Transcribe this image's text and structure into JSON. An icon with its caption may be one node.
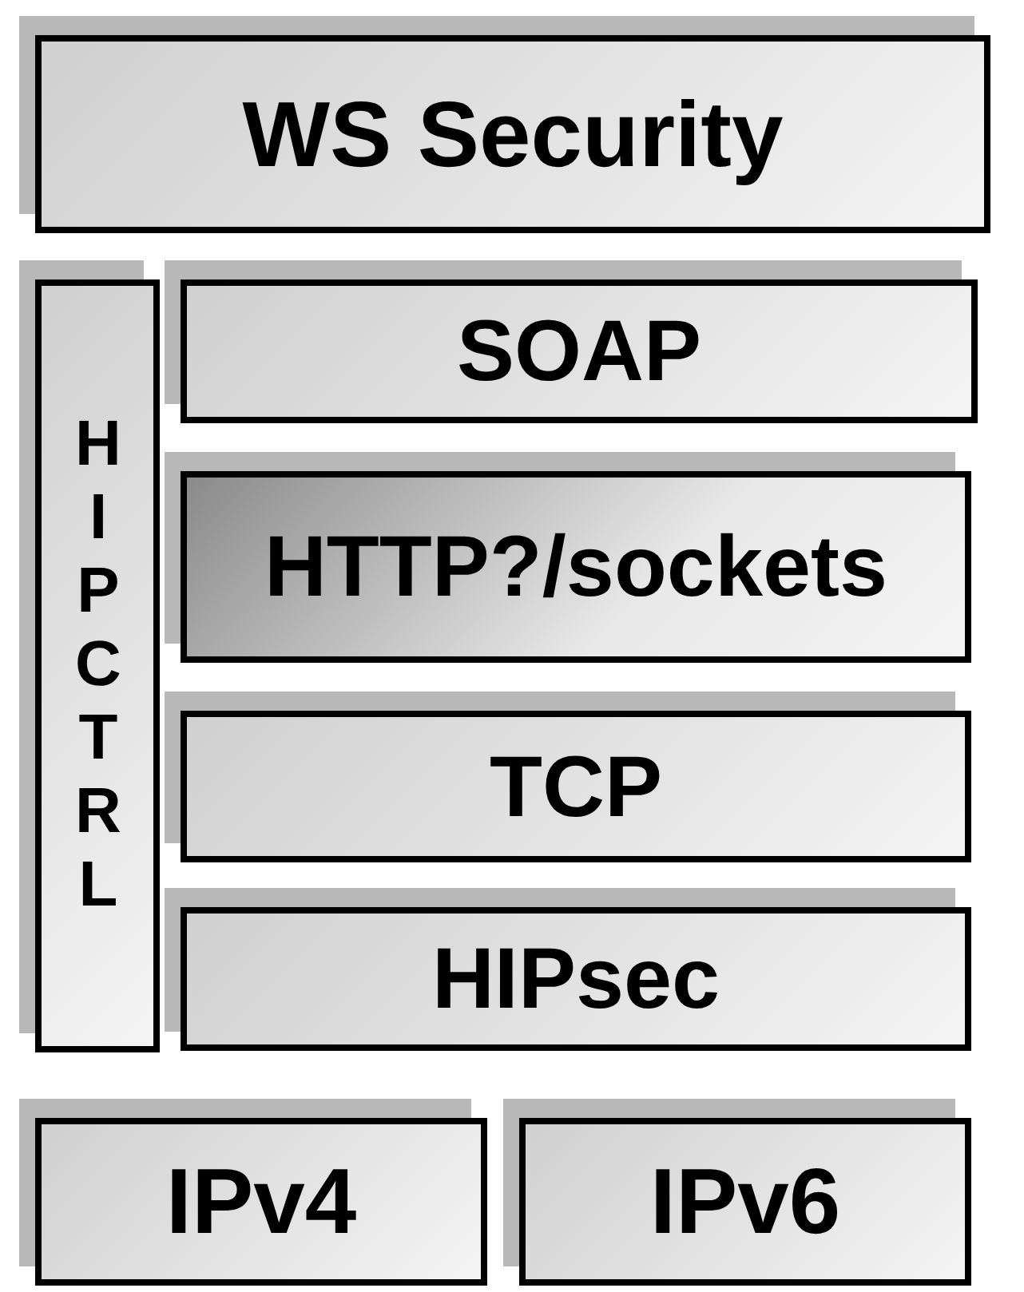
{
  "diagram": {
    "nodes": [
      {
        "text": [
          "WS Security"
        ]
      },
      {
        "text": [
          "HIPCTRL"
        ]
      },
      {
        "text": [
          "SOAP"
        ]
      },
      {
        "text": [
          "HTTP?/sockets"
        ]
      },
      {
        "text": [
          "TCP"
        ]
      },
      {
        "text": [
          "HIPsec"
        ]
      },
      {
        "text": [
          "IPv4"
        ]
      },
      {
        "text": [
          "IPv6"
        ]
      }
    ],
    "edges": []
  }
}
